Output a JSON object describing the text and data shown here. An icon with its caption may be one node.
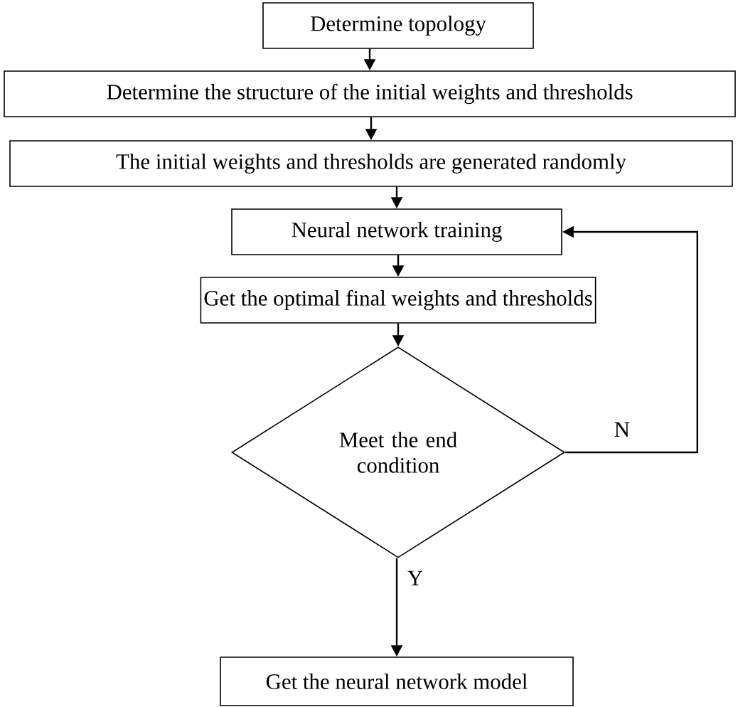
{
  "diagram": {
    "nodes": [
      {
        "text": [
          "Determine topology"
        ]
      },
      {
        "text": [
          "Determine the structure of the initial weights and thresholds"
        ]
      },
      {
        "text": [
          "The initial weights and thresholds are generated randomly"
        ]
      },
      {
        "text": [
          "Neural network training"
        ]
      },
      {
        "text": [
          "Get the optimal final weights and thresholds"
        ]
      },
      {
        "text": [
          "Meet the end condition"
        ]
      },
      {
        "text": [
          "Get the neural network model"
        ]
      }
    ],
    "edges": [
      {
        "from": 0,
        "to": 1,
        "arrow": "to"
      },
      {
        "from": 1,
        "to": 2,
        "arrow": "to"
      },
      {
        "from": 2,
        "to": 3,
        "arrow": "to"
      },
      {
        "from": 3,
        "to": 4,
        "arrow": "to"
      },
      {
        "from": 4,
        "to": 5,
        "arrow": "to"
      },
      {
        "from": 5,
        "to": 6,
        "arrow": "to",
        "label": "Y"
      },
      {
        "from": 5,
        "to": 3,
        "arrow": "to",
        "label": "N"
      }
    ]
  }
}
